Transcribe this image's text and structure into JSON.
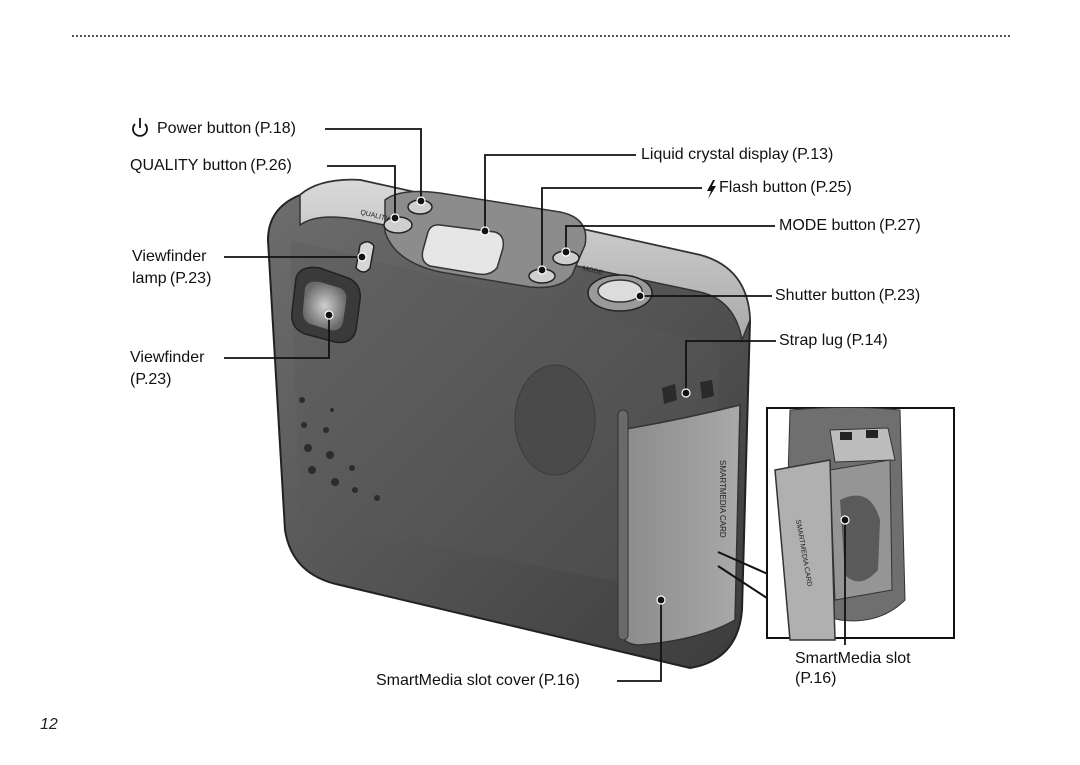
{
  "page": {
    "number": "12"
  },
  "labels": {
    "power_button": "Power button (P.18)",
    "quality_button": "QUALITY button (P.26)",
    "viewfinder_lamp_line1": "Viewfinder",
    "viewfinder_lamp_line2": "lamp (P.23)",
    "viewfinder_line1": "Viewfinder",
    "viewfinder_line2": "(P.23)",
    "lcd": "Liquid crystal display (P.13)",
    "flash_button": "Flash button (P.25)",
    "mode_button": "MODE button (P.27)",
    "shutter_button": "Shutter button (P.23)",
    "strap_lug": "Strap lug (P.14)",
    "smartmedia_slot_cover": "SmartMedia slot cover (P.16)",
    "smartmedia_slot_line1": "SmartMedia slot",
    "smartmedia_slot_line2": "(P.16)"
  },
  "camera_markings": {
    "quality": "QUALITY",
    "mode": "MODE",
    "smartmedia_card": "SMARTMEDIA CARD"
  },
  "icons": {
    "power": "power-icon",
    "flash": "flash-icon"
  }
}
